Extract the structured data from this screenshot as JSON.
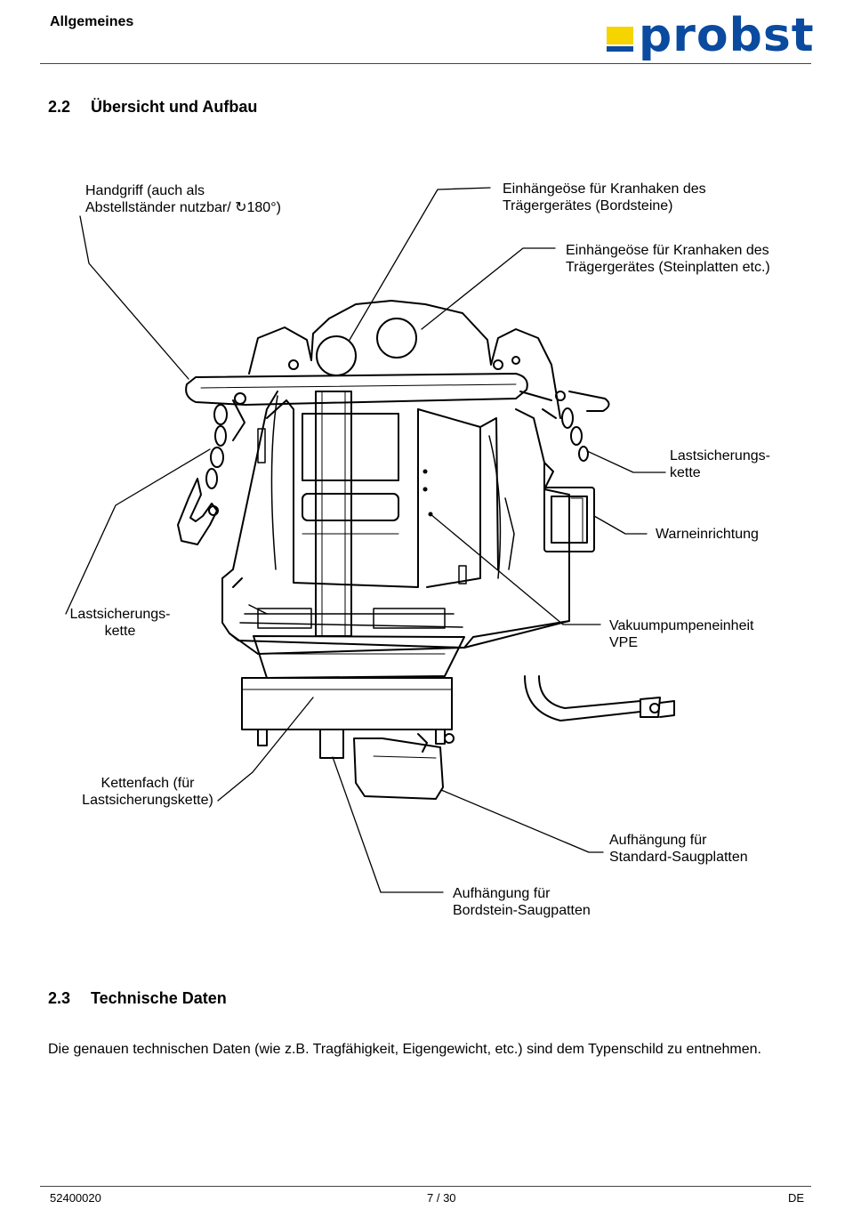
{
  "header": {
    "section": "Allgemeines",
    "logo_text": "probst",
    "colors": {
      "logo_blue": "#0a4a9f",
      "logo_yellow": "#f5d400"
    }
  },
  "section_2_2": {
    "number": "2.2",
    "title": "Übersicht und Aufbau",
    "labels": {
      "handgriff_1": "Handgriff (auch als",
      "handgriff_2": "Abstellständer nutzbar/ ↻180°)",
      "oese_bord_1": "Einhängeöse für Kranhaken des",
      "oese_bord_2": "Trägergerätes (Bordsteine)",
      "oese_stein_1": "Einhängeöse für Kranhaken des",
      "oese_stein_2": "Trägergerätes (Steinplatten etc.)",
      "kette_right_1": "Lastsicherungs-",
      "kette_right_2": "kette",
      "warn": "Warneinrichtung",
      "kette_left_1": "Lastsicherungs-",
      "kette_left_2": "kette",
      "vpe_1": "Vakuumpumpeneinheit",
      "vpe_2": "VPE",
      "kettenfach_1": "Kettenfach (für",
      "kettenfach_2": "Lastsicherungskette)",
      "standard_1": "Aufhängung für",
      "standard_2": "Standard-Saugplatten",
      "bordstein_1": "Aufhängung für",
      "bordstein_2": "Bordstein-Saugpatten"
    }
  },
  "section_2_3": {
    "number": "2.3",
    "title": "Technische Daten",
    "text": "Die genauen technischen Daten (wie z.B. Tragfähigkeit, Eigengewicht, etc.) sind dem Typenschild zu entnehmen."
  },
  "footer": {
    "doc_number": "52400020",
    "page": "7 / 30",
    "language": "DE"
  }
}
